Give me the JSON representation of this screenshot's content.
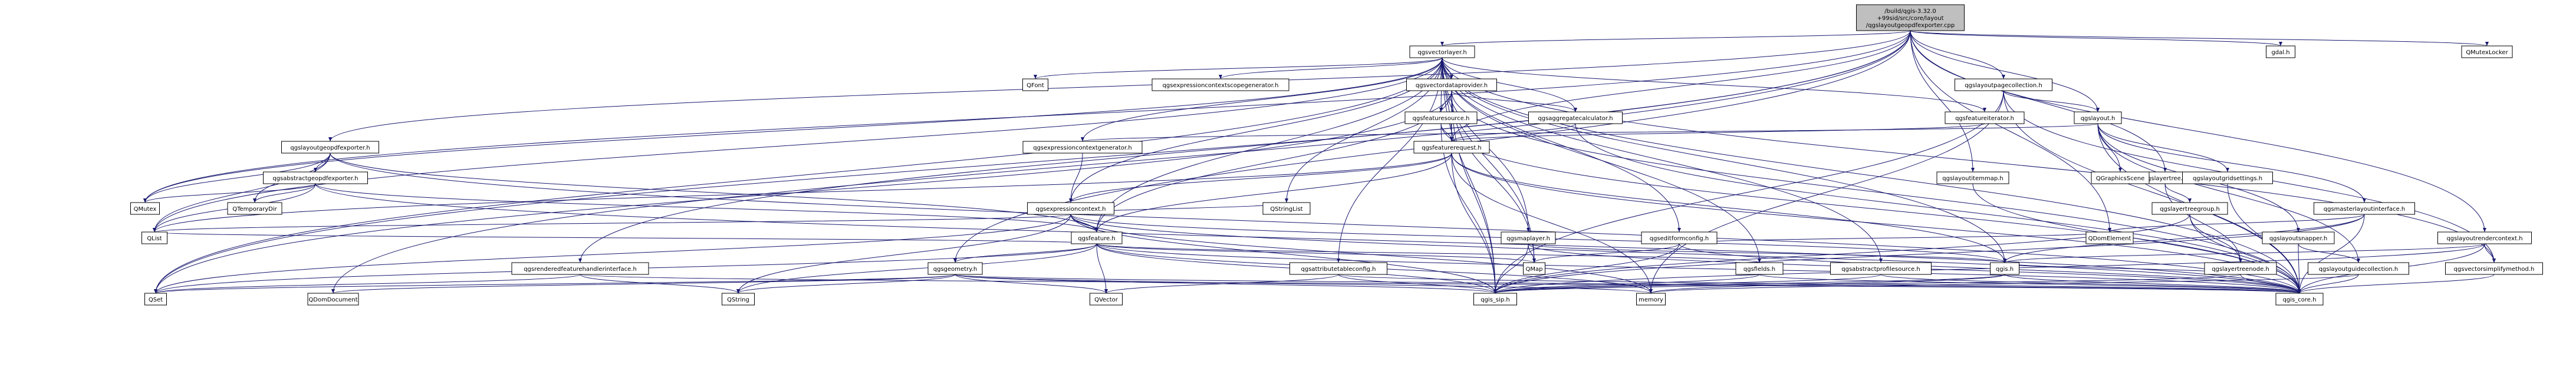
{
  "colors": {
    "root_fill": "#bfbfbf",
    "node_fill": "#ffffff",
    "node_stroke": "#bfbfbf",
    "project_text": "#000000",
    "external_text": "#000000",
    "edge": "#191970",
    "edge_red": "#b22222",
    "project_border": "#000000",
    "external_border": "#bfbfbf"
  },
  "nodes": [
    {
      "id": "root",
      "lines": [
        "/build/qgis-3.32.0",
        "+99sid/src/core/layout",
        "/qgslayoutgeopdfexporter.cpp"
      ],
      "style": "root"
    },
    {
      "id": "qgsvectorlayer",
      "lines": [
        "qgsvectorlayer.h"
      ],
      "style": "project"
    },
    {
      "id": "gdal",
      "lines": [
        "gdal.h"
      ],
      "style": "external"
    },
    {
      "id": "qmutexlocker",
      "lines": [
        "QMutexLocker"
      ],
      "style": "external"
    },
    {
      "id": "qfont",
      "lines": [
        "QFont"
      ],
      "style": "external"
    },
    {
      "id": "qgsexpressioncontextscopegenerator",
      "lines": [
        "qgsexpressioncontextscopegenerator.h"
      ],
      "style": "project"
    },
    {
      "id": "qgsvectordataprovider",
      "lines": [
        "qgsvectordataprovider.h"
      ],
      "style": "project-red"
    },
    {
      "id": "qgslayoutpagecollection",
      "lines": [
        "qgslayoutpagecollection.h"
      ],
      "style": "project-red"
    },
    {
      "id": "qgsfeatureiterator",
      "lines": [
        "qgsfeatureiterator.h"
      ],
      "style": "project-red"
    },
    {
      "id": "qgsaggregatecalculator",
      "lines": [
        "qgsaggregatecalculator.h"
      ],
      "style": "project-red"
    },
    {
      "id": "qgsfeaturesource",
      "lines": [
        "qgsfeaturesource.h"
      ],
      "style": "project"
    },
    {
      "id": "qgslayout",
      "lines": [
        "qgslayout.h"
      ],
      "style": "project"
    },
    {
      "id": "qgslayoutgeopdfexporter",
      "lines": [
        "qgslayoutgeopdfexporter.h"
      ],
      "style": "project"
    },
    {
      "id": "qgsexpressioncontextgenerator",
      "lines": [
        "qgsexpressioncontextgenerator.h"
      ],
      "style": "project"
    },
    {
      "id": "qgsfeaturerequest",
      "lines": [
        "qgsfeaturerequest.h"
      ],
      "style": "project-red"
    },
    {
      "id": "qgsabstractgeopdfexporter",
      "lines": [
        "qgsabstractgeopdfexporter.h"
      ],
      "style": "project-red"
    },
    {
      "id": "qgslayertree",
      "lines": [
        "qgslayertree.h"
      ],
      "style": "project-red"
    },
    {
      "id": "qgslayoutitemmap",
      "lines": [
        "qgslayoutitemmap.h"
      ],
      "style": "project-red"
    },
    {
      "id": "qgraphicsscene",
      "lines": [
        "QGraphicsScene"
      ],
      "style": "external"
    },
    {
      "id": "qgslayoutgridsettings",
      "lines": [
        "qgslayoutgridsettings.h"
      ],
      "style": "project-red"
    },
    {
      "id": "qgslayoutrendercontext",
      "lines": [
        "qgslayoutrendercontext.h"
      ],
      "style": "project-red"
    },
    {
      "id": "qmutex",
      "lines": [
        "QMutex"
      ],
      "style": "external"
    },
    {
      "id": "qtemporarydir",
      "lines": [
        "QTemporaryDir"
      ],
      "style": "external"
    },
    {
      "id": "qgsexpressioncontext",
      "lines": [
        "qgsexpressioncontext.h"
      ],
      "style": "project-red"
    },
    {
      "id": "qstringlist",
      "lines": [
        "QStringList"
      ],
      "style": "external"
    },
    {
      "id": "qgslayertreegroup",
      "lines": [
        "qgslayertreegroup.h"
      ],
      "style": "project-red"
    },
    {
      "id": "qgsmasterlayoutinterface",
      "lines": [
        "qgsmasterlayoutinterface.h"
      ],
      "style": "project-red"
    },
    {
      "id": "qgslayoutsnapper",
      "lines": [
        "qgslayoutsnapper.h"
      ],
      "style": "project-red"
    },
    {
      "id": "qlist",
      "lines": [
        "QList"
      ],
      "style": "external"
    },
    {
      "id": "qgsfeature",
      "lines": [
        "qgsfeature.h"
      ],
      "style": "project-red"
    },
    {
      "id": "qgsmaplayer",
      "lines": [
        "qgsmaplayer.h"
      ],
      "style": "project-red"
    },
    {
      "id": "qgseditformconfig",
      "lines": [
        "qgseditformconfig.h"
      ],
      "style": "project-red"
    },
    {
      "id": "qmap",
      "lines": [
        "QMap"
      ],
      "style": "external"
    },
    {
      "id": "qgis",
      "lines": [
        "qgis.h"
      ],
      "style": "project-red"
    },
    {
      "id": "qdomelement",
      "lines": [
        "QDomElement"
      ],
      "style": "external"
    },
    {
      "id": "qgsrenderedfeaturehandlerinterface",
      "lines": [
        "qgsrenderedfeaturehandlerinterface.h"
      ],
      "style": "project"
    },
    {
      "id": "qgsgeometry",
      "lines": [
        "qgsgeometry.h"
      ],
      "style": "project-red"
    },
    {
      "id": "qgsattributetableconfig",
      "lines": [
        "qgsattributetableconfig.h"
      ],
      "style": "project-red"
    },
    {
      "id": "qgsfields",
      "lines": [
        "qgsfields.h"
      ],
      "style": "project-red"
    },
    {
      "id": "qgsabstractprofilesource",
      "lines": [
        "qgsabstractprofilesource.h"
      ],
      "style": "project"
    },
    {
      "id": "qgslayertreenode",
      "lines": [
        "qgslayertreenode.h"
      ],
      "style": "project-red"
    },
    {
      "id": "qgslayoutguidecollection",
      "lines": [
        "qgslayoutguidecollection.h"
      ],
      "style": "project-red"
    },
    {
      "id": "qgsvectorsimplifymethod",
      "lines": [
        "qgsvectorsimplifymethod.h"
      ],
      "style": "project-red"
    },
    {
      "id": "qset",
      "lines": [
        "QSet"
      ],
      "style": "external"
    },
    {
      "id": "qdomdocument",
      "lines": [
        "QDomDocument"
      ],
      "style": "external"
    },
    {
      "id": "qstring",
      "lines": [
        "QString"
      ],
      "style": "external"
    },
    {
      "id": "qvector",
      "lines": [
        "QVector"
      ],
      "style": "external"
    },
    {
      "id": "qgis_sip",
      "lines": [
        "qgis_sip.h"
      ],
      "style": "project"
    },
    {
      "id": "memory",
      "lines": [
        "memory"
      ],
      "style": "external"
    },
    {
      "id": "qgis_core",
      "lines": [
        "qgis_core.h"
      ],
      "style": "project"
    }
  ],
  "edges": [
    [
      "root",
      "qgsvectorlayer"
    ],
    [
      "root",
      "gdal"
    ],
    [
      "root",
      "qmutexlocker"
    ],
    [
      "root",
      "qgslayoutgeopdfexporter"
    ],
    [
      "root",
      "qgslayoutpagecollection"
    ],
    [
      "root",
      "qgslayout"
    ],
    [
      "root",
      "qgslayoutrendercontext"
    ],
    [
      "root",
      "qgslayoutitemmap"
    ],
    [
      "root",
      "qgsfeaturerequest"
    ],
    [
      "root",
      "qgslayertree"
    ],
    [
      "root",
      "qmutex"
    ],
    [
      "root",
      "qgsgeometry"
    ],
    [
      "root",
      "qgsrenderedfeaturehandlerinterface"
    ],
    [
      "root",
      "qdomdocument"
    ],
    [
      "root",
      "qdomelement"
    ],
    [
      "root",
      "qset"
    ],
    [
      "qgsvectorlayer",
      "qfont"
    ],
    [
      "qgsvectorlayer",
      "qgsexpressioncontextscopegenerator"
    ],
    [
      "qgsvectorlayer",
      "qgsvectordataprovider"
    ],
    [
      "qgsvectorlayer",
      "qgsfeatureiterator"
    ],
    [
      "qgsvectorlayer",
      "qgsaggregatecalculator"
    ],
    [
      "qgsvectorlayer",
      "qgsfeaturesource"
    ],
    [
      "qgsvectorlayer",
      "qgsexpressioncontextgenerator"
    ],
    [
      "qgsvectorlayer",
      "qgsfeaturerequest"
    ],
    [
      "qgsvectorlayer",
      "qgsexpressioncontext"
    ],
    [
      "qgsvectorlayer",
      "qstringlist"
    ],
    [
      "qgsvectorlayer",
      "qgsmaplayer"
    ],
    [
      "qgsvectorlayer",
      "qgseditformconfig"
    ],
    [
      "qgsvectorlayer",
      "qmap"
    ],
    [
      "qgsvectorlayer",
      "qgis"
    ],
    [
      "qgsvectorlayer",
      "qgsfeature"
    ],
    [
      "qgsvectorlayer",
      "qgsattributetableconfig"
    ],
    [
      "qgsvectorlayer",
      "qgsfields"
    ],
    [
      "qgsvectorlayer",
      "qgsabstractprofilesource"
    ],
    [
      "qgsvectorlayer",
      "qgsvectorsimplifymethod"
    ],
    [
      "qgsvectorlayer",
      "qgis_sip"
    ],
    [
      "qgsvectorlayer",
      "qgis_core"
    ],
    [
      "qgsvectorlayer",
      "qlist"
    ],
    [
      "qgsvectorlayer",
      "qset"
    ],
    [
      "qgsvectorlayer",
      "qmutex"
    ],
    [
      "qgsvectordataprovider",
      "qgsfeaturesource"
    ],
    [
      "qgsvectordataprovider",
      "qgsaggregatecalculator"
    ],
    [
      "qgsvectordataprovider",
      "qgsfeaturerequest"
    ],
    [
      "qgsvectordataprovider",
      "qmap"
    ],
    [
      "qgsvectordataprovider",
      "qgsfeature"
    ],
    [
      "qgsvectordataprovider",
      "qgis_sip"
    ],
    [
      "qgsvectordataprovider",
      "qgis_core"
    ],
    [
      "qgsvectordataprovider",
      "qset"
    ],
    [
      "qgsfeaturesource",
      "qgsfeaturerequest"
    ],
    [
      "qgsfeaturesource",
      "qgis_sip"
    ],
    [
      "qgsfeaturesource",
      "qgis_core"
    ],
    [
      "qgsfeatureiterator",
      "qgsfeaturerequest"
    ],
    [
      "qgsaggregatecalculator",
      "qgsfeaturerequest"
    ],
    [
      "qgsaggregatecalculator",
      "qgis_core"
    ],
    [
      "qgsfeaturerequest",
      "qgsexpressioncontext"
    ],
    [
      "qgsfeaturerequest",
      "qgsfeature"
    ],
    [
      "qgsfeaturerequest",
      "qgis"
    ],
    [
      "qgsfeaturerequest",
      "qgis_sip"
    ],
    [
      "qgsfeaturerequest",
      "qgis_core"
    ],
    [
      "qgsfeaturerequest",
      "qlist"
    ],
    [
      "qgsfeaturerequest",
      "memory"
    ],
    [
      "qgsexpressioncontextgenerator",
      "qgsexpressioncontext"
    ],
    [
      "qgsexpressioncontext",
      "qstringlist"
    ],
    [
      "qgsexpressioncontext",
      "qgsfeature"
    ],
    [
      "qgsexpressioncontext",
      "qgis"
    ],
    [
      "qgsexpressioncontext",
      "qgis_sip"
    ],
    [
      "qgsexpressioncontext",
      "qgis_core"
    ],
    [
      "qgsexpressioncontext",
      "qlist"
    ],
    [
      "qgsexpressioncontext",
      "qset"
    ],
    [
      "qgsexpressioncontext",
      "qstring"
    ],
    [
      "qgsexpressioncontext",
      "memory"
    ],
    [
      "qgsfeature",
      "qmap"
    ],
    [
      "qgsfeature",
      "qstring"
    ],
    [
      "qgsfeature",
      "qvector"
    ],
    [
      "qgsfeature",
      "qset"
    ],
    [
      "qgsfeature",
      "qgsgeometry"
    ],
    [
      "qgsfeature",
      "qgsfields"
    ],
    [
      "qgsfeature",
      "qgis_sip"
    ],
    [
      "qgsfeature",
      "qgis_core"
    ],
    [
      "qgsfeature",
      "qlist"
    ],
    [
      "qgsfeature",
      "memory"
    ],
    [
      "qgsgeometry",
      "qset"
    ],
    [
      "qgsgeometry",
      "qdomdocument"
    ],
    [
      "qgsgeometry",
      "qstring"
    ],
    [
      "qgsgeometry",
      "qvector"
    ],
    [
      "qgsgeometry",
      "qgis_sip"
    ],
    [
      "qgsgeometry",
      "qgis_core"
    ],
    [
      "qgsgeometry",
      "memory"
    ],
    [
      "qgsmaplayer",
      "qmap"
    ],
    [
      "qgsmaplayer",
      "qgis"
    ],
    [
      "qgsmaplayer",
      "qgis_sip"
    ],
    [
      "qgsmaplayer",
      "qgis_core"
    ],
    [
      "qgseditformconfig",
      "qmap"
    ],
    [
      "qgseditformconfig",
      "qdomelement"
    ],
    [
      "qgseditformconfig",
      "qgis_sip"
    ],
    [
      "qgseditformconfig",
      "qgis_core"
    ],
    [
      "qgsattributetableconfig",
      "qvector"
    ],
    [
      "qgsattributetableconfig",
      "qgis_sip"
    ],
    [
      "qgsattributetableconfig",
      "qgis_core"
    ],
    [
      "qgsfields",
      "qgis_sip"
    ],
    [
      "qgsfields",
      "qgis_core"
    ],
    [
      "qgsabstractprofilesource",
      "qgis_sip"
    ],
    [
      "qgsabstractprofilesource",
      "qgis_core"
    ],
    [
      "qgis",
      "qgis_sip"
    ],
    [
      "qgis",
      "qgis_core"
    ],
    [
      "qgis",
      "memory"
    ],
    [
      "qgslayoutgeopdfexporter",
      "qgsabstractgeopdfexporter"
    ],
    [
      "qgslayoutgeopdfexporter",
      "qgsfeature"
    ],
    [
      "qgslayoutgeopdfexporter",
      "qlist"
    ],
    [
      "qgslayoutgeopdfexporter",
      "qmutex"
    ],
    [
      "qgslayoutgeopdfexporter",
      "qtemporarydir"
    ],
    [
      "qgslayoutgeopdfexporter",
      "qgis_core"
    ],
    [
      "qgsabstractgeopdfexporter",
      "qgsfeature"
    ],
    [
      "qgsabstractgeopdfexporter",
      "qlist"
    ],
    [
      "qgsabstractgeopdfexporter",
      "qmutex"
    ],
    [
      "qgsabstractgeopdfexporter",
      "qtemporarydir"
    ],
    [
      "qgsabstractgeopdfexporter",
      "qgis_core"
    ],
    [
      "qgsrenderedfeaturehandlerinterface",
      "qset"
    ],
    [
      "qgsrenderedfeaturehandlerinterface",
      "qstring"
    ],
    [
      "qgsrenderedfeaturehandlerinterface",
      "qgis_core"
    ],
    [
      "qgslayoutpagecollection",
      "qgslayout"
    ],
    [
      "qgslayoutpagecollection",
      "qgsvectorsimplifymethod"
    ],
    [
      "qgslayoutpagecollection",
      "qgis_sip"
    ],
    [
      "qgslayoutpagecollection",
      "qgis_core"
    ],
    [
      "qgslayoutpagecollection",
      "memory"
    ],
    [
      "qgslayout",
      "qgraphicsscene"
    ],
    [
      "qgslayout",
      "qgslayoutgridsettings"
    ],
    [
      "qgslayout",
      "qgslayoutsnapper"
    ],
    [
      "qgslayout",
      "qgslayoutguidecollection"
    ],
    [
      "qgslayout",
      "qgsmasterlayoutinterface"
    ],
    [
      "qgslayout",
      "qgis_core"
    ],
    [
      "qgslayout",
      "qgsexpressioncontextgenerator"
    ],
    [
      "qgslayoutgridsettings",
      "qgis_core"
    ],
    [
      "qgslayoutsnapper",
      "qgslayoutguidecollection"
    ],
    [
      "qgslayoutsnapper",
      "qgis_core"
    ],
    [
      "qgslayoutguidecollection",
      "qgis_core"
    ],
    [
      "qgslayoutguidecollection",
      "memory"
    ],
    [
      "qgsmasterlayoutinterface",
      "qgis"
    ],
    [
      "qgsmasterlayoutinterface",
      "qdomelement"
    ],
    [
      "qgsmasterlayoutinterface",
      "qgis_core"
    ],
    [
      "qgsmasterlayoutinterface",
      "qgis_sip"
    ],
    [
      "qgslayoutrendercontext",
      "qgsvectorsimplifymethod"
    ],
    [
      "qgslayoutrendercontext",
      "qgis"
    ],
    [
      "qgslayoutrendercontext",
      "qgis_core"
    ],
    [
      "qgslayoutrendercontext",
      "qgis_sip"
    ],
    [
      "qgsvectorsimplifymethod",
      "qgis_core"
    ],
    [
      "qgslayoutitemmap",
      "qgis_core"
    ],
    [
      "qgslayertree",
      "qgslayertreegroup"
    ],
    [
      "qgslayertree",
      "qgslayertreenode"
    ],
    [
      "qgslayertreegroup",
      "qgslayertreenode"
    ],
    [
      "qgslayertreegroup",
      "qgis_core"
    ],
    [
      "qgslayertreegroup",
      "qgis_sip"
    ],
    [
      "qgslayertreenode",
      "qgis_core"
    ],
    [
      "qgslayertreenode",
      "qgis_sip"
    ],
    [
      "qgslayertreenode",
      "qgis"
    ]
  ]
}
